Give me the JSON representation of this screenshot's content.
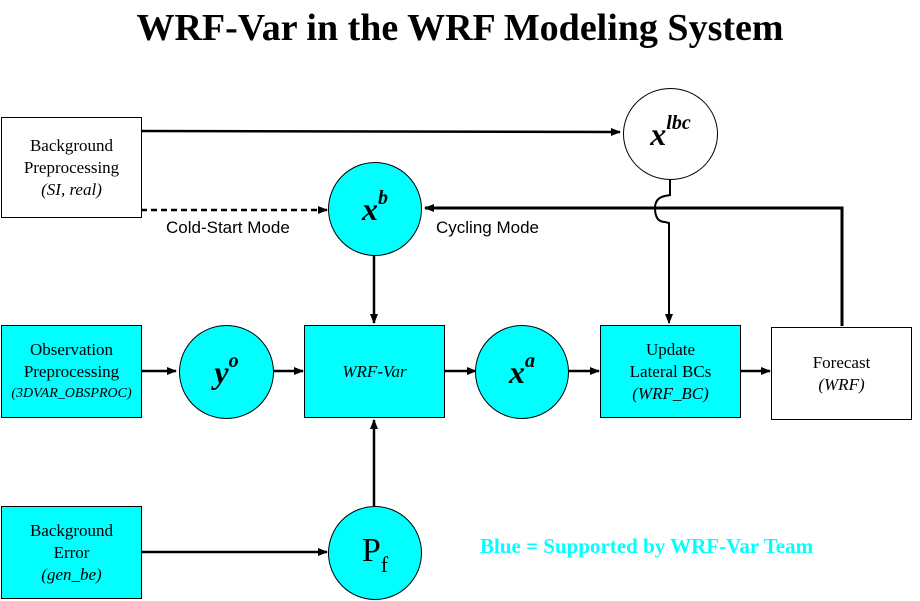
{
  "title": "WRF-Var in the WRF Modeling System",
  "colors": {
    "supported": "#00ffff",
    "unsupported": "#ffffff",
    "line": "#000000"
  },
  "nodes": {
    "bg_preprocessing": {
      "line1": "Background",
      "line2": "Preprocessing",
      "line3": "(SI, real)",
      "supported": false
    },
    "obs_preprocessing": {
      "line1": "Observation",
      "line2": "Preprocessing",
      "line3": "(3DVAR_OBSPROC)",
      "supported": true
    },
    "bg_error": {
      "line1": "Background",
      "line2": "Error",
      "line3": "(gen_be)",
      "supported": true
    },
    "wrf_var": {
      "label": "WRF-Var",
      "supported": true
    },
    "update_bcs": {
      "line1": "Update",
      "line2": "Lateral BCs",
      "line3": "(WRF_BC)",
      "supported": true
    },
    "forecast": {
      "line1": "Forecast",
      "line2": "(WRF)",
      "supported": false
    },
    "x_lbc": {
      "base": "x",
      "sup": "lbc",
      "supported": false
    },
    "x_b": {
      "base": "x",
      "sup": "b",
      "supported": true
    },
    "y_o": {
      "base": "y",
      "sup": "o",
      "supported": true
    },
    "x_a": {
      "base": "x",
      "sup": "a",
      "supported": true
    },
    "p_f": {
      "base": "P",
      "sub": "f",
      "supported": true
    }
  },
  "edges": [
    {
      "from": "bg_preprocessing",
      "to": "x_lbc",
      "style": "solid"
    },
    {
      "from": "bg_preprocessing",
      "to": "x_b",
      "style": "dashed",
      "label": "Cold-Start Mode"
    },
    {
      "from": "forecast",
      "to": "x_b",
      "style": "solid",
      "label": "Cycling Mode"
    },
    {
      "from": "x_lbc",
      "to": "update_bcs",
      "style": "solid"
    },
    {
      "from": "x_b",
      "to": "wrf_var",
      "style": "solid"
    },
    {
      "from": "obs_preprocessing",
      "to": "y_o",
      "style": "solid"
    },
    {
      "from": "y_o",
      "to": "wrf_var",
      "style": "solid"
    },
    {
      "from": "wrf_var",
      "to": "x_a",
      "style": "solid"
    },
    {
      "from": "x_a",
      "to": "update_bcs",
      "style": "solid"
    },
    {
      "from": "update_bcs",
      "to": "forecast",
      "style": "solid"
    },
    {
      "from": "bg_error",
      "to": "p_f",
      "style": "solid"
    },
    {
      "from": "p_f",
      "to": "wrf_var",
      "style": "solid"
    }
  ],
  "labels": {
    "cold_start": "Cold-Start Mode",
    "cycling": "Cycling Mode"
  },
  "legend": "Blue = Supported by WRF-Var Team"
}
